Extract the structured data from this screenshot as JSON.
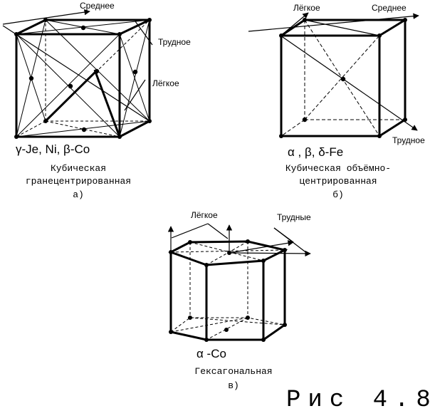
{
  "figure_label": "Рис 4.8",
  "diagrams": {
    "fcc": {
      "axis_labels": {
        "medium": "Среднее",
        "hard": "Трудное",
        "easy": "Лёгкое"
      },
      "formula": "γ-Je, Ni, β-Co",
      "caption_line1": "Кубическая",
      "caption_line2": "гранецентрированная",
      "sublabel": "а)"
    },
    "bcc": {
      "axis_labels": {
        "easy": "Лёгкое",
        "medium": "Среднее",
        "hard": "Трудное"
      },
      "formula": "α , β, δ-Fe",
      "caption_line1": "Кубическая объёмно-",
      "caption_line2": "центрированная",
      "sublabel": "б)"
    },
    "hex": {
      "axis_labels": {
        "easy": "Лёгкое",
        "hard": "Трудные"
      },
      "formula": "α -Co",
      "caption_line1": "Гексагональная",
      "sublabel": "в)"
    }
  }
}
